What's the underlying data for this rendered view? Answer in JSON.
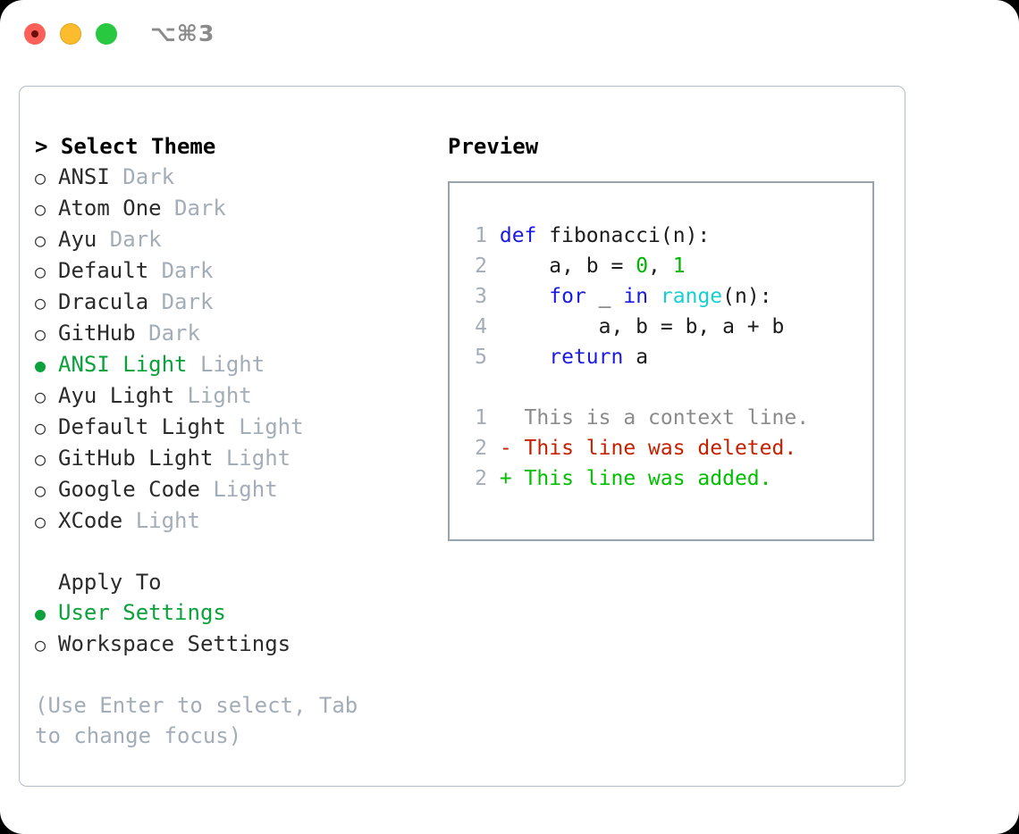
{
  "titlebar": {
    "shortcut": "⌥⌘3",
    "dots": [
      "close",
      "minimize",
      "maximize"
    ]
  },
  "theme_list": {
    "header": "> Select Theme",
    "items": [
      {
        "marker": "○",
        "label": "ANSI",
        "variant": "Dark",
        "selected": false
      },
      {
        "marker": "○",
        "label": "Atom One",
        "variant": "Dark",
        "selected": false
      },
      {
        "marker": "○",
        "label": "Ayu",
        "variant": "Dark",
        "selected": false
      },
      {
        "marker": "○",
        "label": "Default",
        "variant": "Dark",
        "selected": false
      },
      {
        "marker": "○",
        "label": "Dracula",
        "variant": "Dark",
        "selected": false
      },
      {
        "marker": "○",
        "label": "GitHub",
        "variant": "Dark",
        "selected": false
      },
      {
        "marker": "●",
        "label": "ANSI Light",
        "variant": "Light",
        "selected": true
      },
      {
        "marker": "○",
        "label": "Ayu Light",
        "variant": "Light",
        "selected": false
      },
      {
        "marker": "○",
        "label": "Default Light",
        "variant": "Light",
        "selected": false
      },
      {
        "marker": "○",
        "label": "GitHub Light",
        "variant": "Light",
        "selected": false
      },
      {
        "marker": "○",
        "label": "Google Code",
        "variant": "Light",
        "selected": false
      },
      {
        "marker": "○",
        "label": "XCode",
        "variant": "Light",
        "selected": false
      }
    ]
  },
  "apply_to": {
    "title": "Apply To",
    "options": [
      {
        "marker": "●",
        "label": "User Settings",
        "selected": true
      },
      {
        "marker": "○",
        "label": "Workspace Settings",
        "selected": false
      }
    ]
  },
  "hint": "(Use Enter to select, Tab to change focus)",
  "preview": {
    "title": "Preview",
    "code": [
      {
        "lno": "1",
        "tokens": [
          {
            "t": "def",
            "c": "kw"
          },
          {
            "t": " fibonacci(n):",
            "c": "plain"
          }
        ]
      },
      {
        "lno": "2",
        "tokens": [
          {
            "t": "    a, b = ",
            "c": "plain"
          },
          {
            "t": "0",
            "c": "num"
          },
          {
            "t": ", ",
            "c": "plain"
          },
          {
            "t": "1",
            "c": "num"
          }
        ]
      },
      {
        "lno": "3",
        "tokens": [
          {
            "t": "    ",
            "c": "plain"
          },
          {
            "t": "for",
            "c": "kw"
          },
          {
            "t": " _ ",
            "c": "plain"
          },
          {
            "t": "in",
            "c": "kw"
          },
          {
            "t": " ",
            "c": "plain"
          },
          {
            "t": "range",
            "c": "fn"
          },
          {
            "t": "(n):",
            "c": "plain"
          }
        ]
      },
      {
        "lno": "4",
        "tokens": [
          {
            "t": "        a, b = b, a + b",
            "c": "plain"
          }
        ]
      },
      {
        "lno": "5",
        "tokens": [
          {
            "t": "    ",
            "c": "plain"
          },
          {
            "t": "return",
            "c": "kw"
          },
          {
            "t": " a",
            "c": "plain"
          }
        ]
      }
    ],
    "diff": [
      {
        "lno": "1",
        "prefix": "  ",
        "text": "This is a context line.",
        "kind": "ctx"
      },
      {
        "lno": "2",
        "prefix": "- ",
        "text": "This line was deleted.",
        "kind": "del"
      },
      {
        "lno": "2",
        "prefix": "+ ",
        "text": "This line was added.",
        "kind": "add"
      }
    ]
  },
  "colors": {
    "accent_green": "#0ba13b",
    "muted_gray": "#a3adb8",
    "keyword_blue": "#1a1ae0",
    "number_green": "#00b300",
    "function_cyan": "#17cfcf",
    "diff_delete_red": "#c52100",
    "diff_add_green": "#00c000",
    "border_gray": "#b4bcc6",
    "code_border": "#99a3ae"
  }
}
